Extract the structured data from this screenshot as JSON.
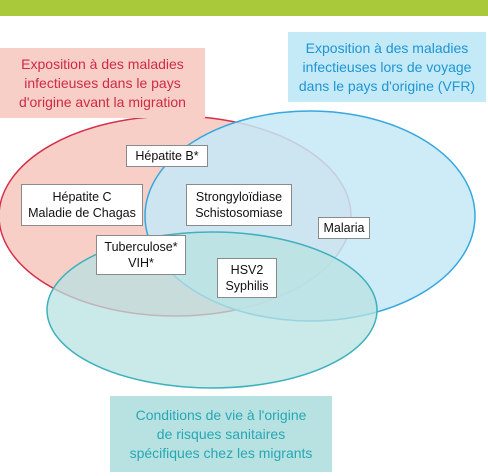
{
  "colors": {
    "top_bar": "#a9c93a",
    "red_circle_fill": "#f7cfc6",
    "red_circle_stroke": "#d6304a",
    "blue_circle_fill": "#c4e9f7",
    "blue_circle_stroke": "#36a7df",
    "teal_circle_fill": "#b8e2e2",
    "teal_circle_stroke": "#3fb1bd",
    "red_text": "#d02a45",
    "blue_text": "#1f95d3",
    "teal_text": "#27a7b3"
  },
  "categories": {
    "origin": [
      "Exposition à des maladies",
      "infectieuses dans le pays",
      "d'origine avant la migration"
    ],
    "travel": [
      "Exposition à des maladies",
      "infectieuses lors de voyage",
      "dans le pays d'origine (VFR)"
    ],
    "living": [
      "Conditions de vie à l'origine",
      "de risques sanitaires",
      "spécifiques chez les migrants"
    ]
  },
  "diseases": {
    "hepatite_b": [
      "Hépatite B*"
    ],
    "hepatite_c_chagas": [
      "Hépatite C",
      "Maladie de Chagas"
    ],
    "strongyloidiase": [
      "Strongyloïdiase",
      "Schistosomiase"
    ],
    "malaria": [
      "Malaria"
    ],
    "tuberculose_vih": [
      "Tuberculose*",
      "VIH*"
    ],
    "hsv2_syphilis": [
      "HSV2",
      "Syphilis"
    ]
  }
}
